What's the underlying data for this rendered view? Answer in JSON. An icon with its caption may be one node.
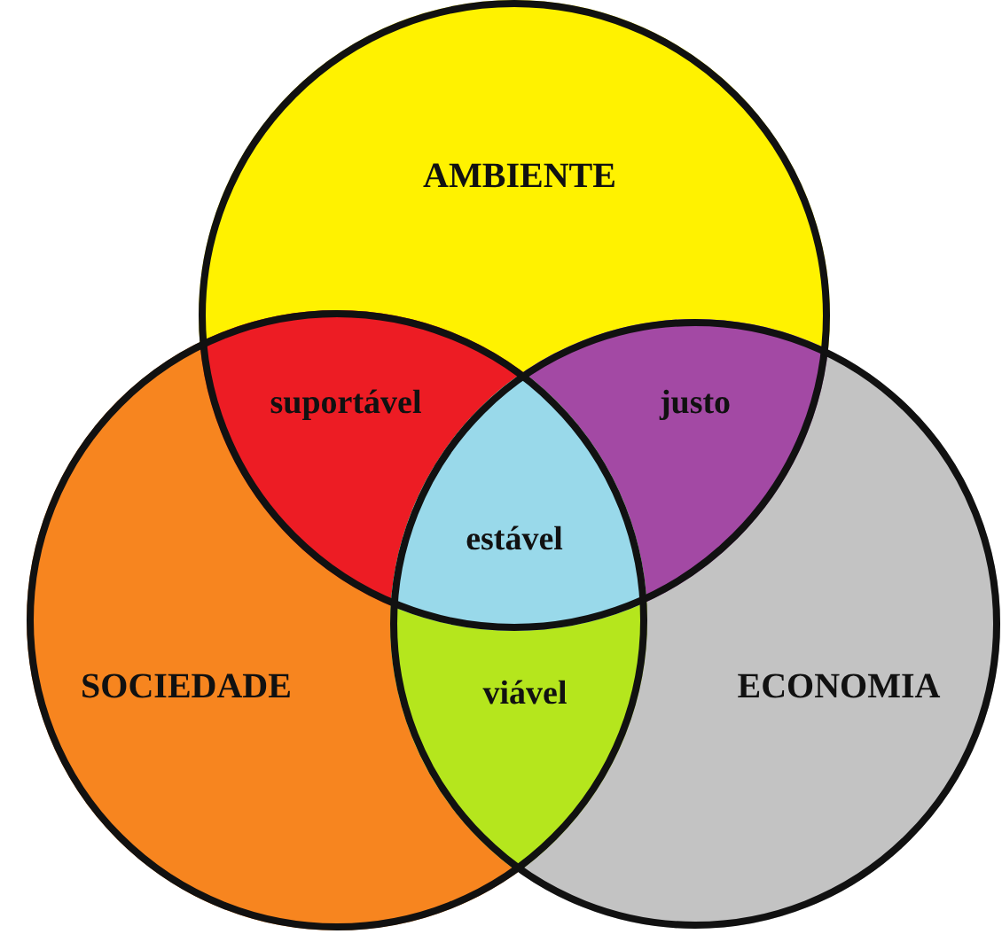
{
  "diagram": {
    "nodes": [
      {
        "text": [
          "AMBIENTE"
        ]
      },
      {
        "text": [
          "SOCIEDADE"
        ]
      },
      {
        "text": [
          "ECONOMIA"
        ]
      }
    ],
    "labels": [
      "suportável",
      "justo",
      "estável",
      "viável"
    ]
  }
}
